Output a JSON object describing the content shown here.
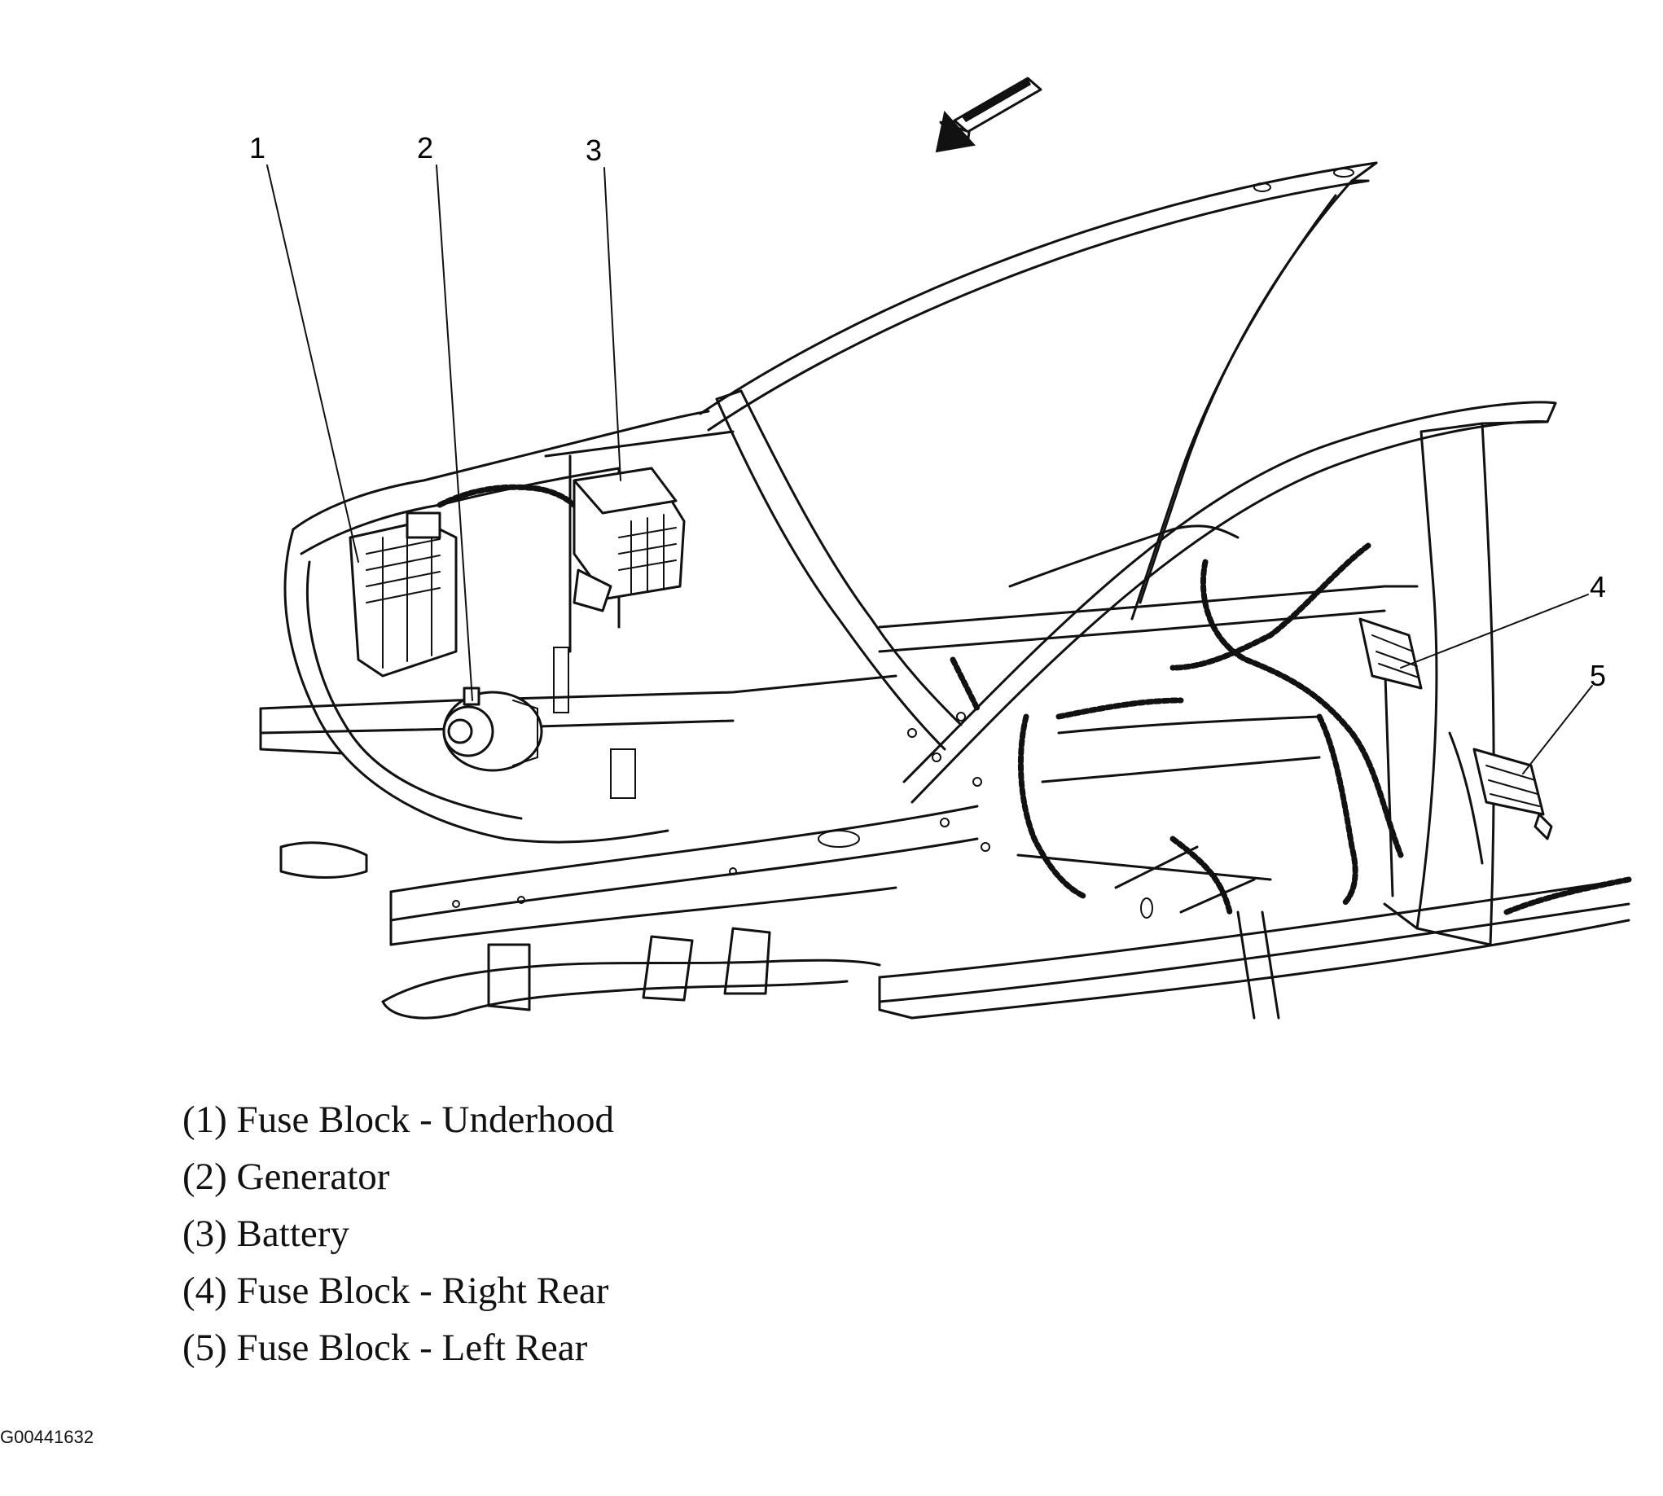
{
  "callouts": [
    "1",
    "2",
    "3",
    "4",
    "5"
  ],
  "legend": [
    "(1) Fuse Block - Underhood",
    "(2) Generator",
    "(3) Battery",
    "(4) Fuse Block - Right Rear",
    "(5) Fuse Block - Left Rear"
  ],
  "figure_id": "G00441632",
  "icons": {
    "direction": "arrow-forward-icon"
  }
}
